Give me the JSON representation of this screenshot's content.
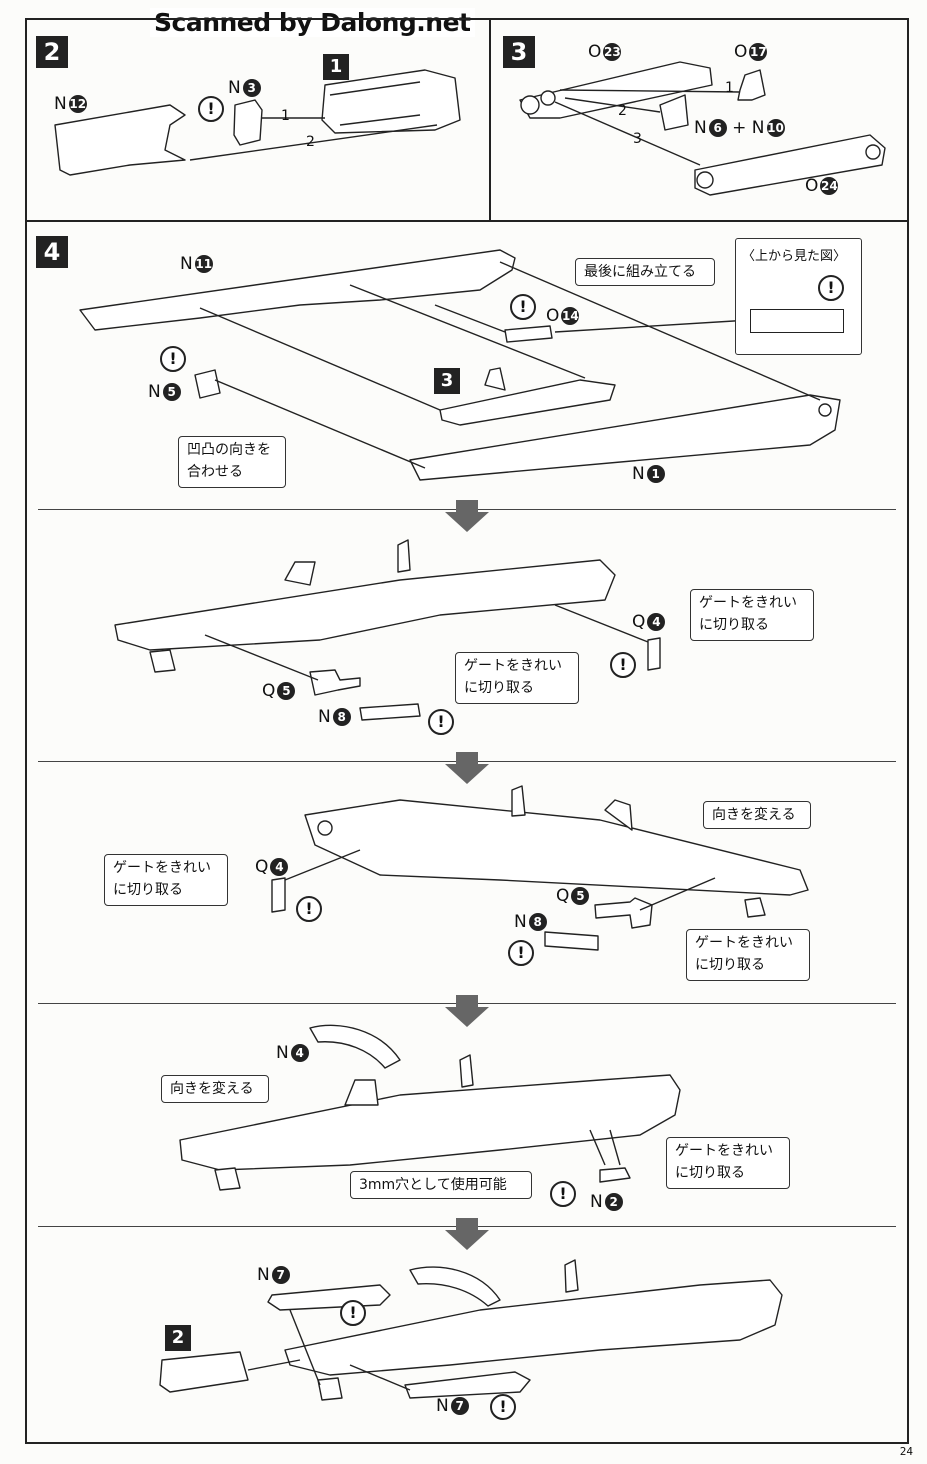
{
  "watermark": "Scanned by Dalong.net",
  "page_number": "24",
  "steps": {
    "s2": {
      "number": "2",
      "labels": {
        "n12": [
          "N",
          "12"
        ],
        "n3": [
          "N",
          "3"
        ]
      },
      "sub_ref": "1",
      "order": [
        "1",
        "2"
      ]
    },
    "s3": {
      "number": "3",
      "labels": {
        "o23": [
          "O",
          "23"
        ],
        "o17": [
          "O",
          "17"
        ],
        "n6": [
          "N",
          "6"
        ],
        "plus": "+",
        "n10": [
          "N",
          "10"
        ],
        "o24": [
          "O",
          "24"
        ]
      },
      "order": [
        "1",
        "2",
        "3"
      ]
    },
    "s4": {
      "number": "4",
      "labels": {
        "n11": [
          "N",
          "11"
        ],
        "n5": [
          "N",
          "5"
        ],
        "o14": [
          "O",
          "14"
        ],
        "n1": [
          "N",
          "1"
        ]
      },
      "sub_ref": "3",
      "callout_last": "最後に組み立てる",
      "callout_align": "凹凸の向きを\n合わせる",
      "top_view_title": "〈上から見た図〉"
    }
  },
  "panel2": {
    "q4": [
      "Q",
      "4"
    ],
    "q5": [
      "Q",
      "5"
    ],
    "n8": [
      "N",
      "8"
    ],
    "gate1": "ゲートをきれい\nに切り取る",
    "gate2": "ゲートをきれい\nに切り取る"
  },
  "panel3": {
    "q4": [
      "Q",
      "4"
    ],
    "q5": [
      "Q",
      "5"
    ],
    "n8": [
      "N",
      "8"
    ],
    "gate1": "ゲートをきれい\nに切り取る",
    "gate2": "ゲートをきれい\nに切り取る",
    "turn": "向きを変える"
  },
  "panel4": {
    "n4": [
      "N",
      "4"
    ],
    "n2": [
      "N",
      "2"
    ],
    "turn": "向きを変える",
    "hole": "3mm穴として使用可能",
    "gate": "ゲートをきれい\nに切り取る"
  },
  "panel5": {
    "n7a": [
      "N",
      "7"
    ],
    "n7b": [
      "N",
      "7"
    ],
    "sub_ref": "2"
  },
  "warning_glyph": "!"
}
